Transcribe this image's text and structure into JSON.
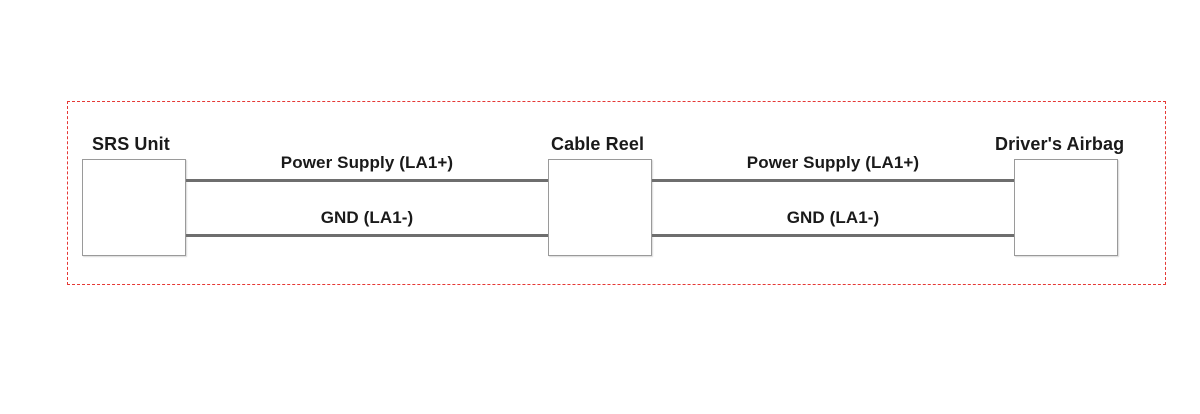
{
  "frame": {
    "border_color": "#e53935"
  },
  "components": {
    "srs_unit": "SRS Unit",
    "cable_reel": "Cable Reel",
    "drivers_airbag": "Driver's Airbag"
  },
  "wires": {
    "left_top": "Power Supply (LA1+)",
    "left_bottom": "GND (LA1-)",
    "right_top": "Power Supply (LA1+)",
    "right_bottom": "GND (LA1-)"
  },
  "colors": {
    "wire": "#6e6e6e",
    "box_border": "#9a9a9a",
    "text": "#1a1a1a"
  }
}
